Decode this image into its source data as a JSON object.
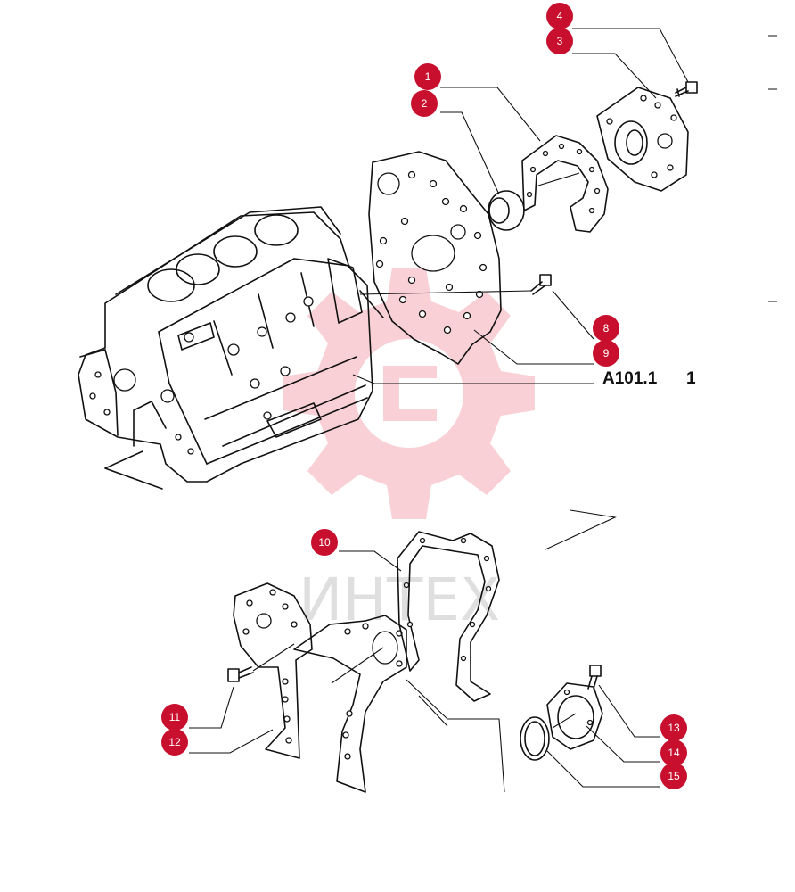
{
  "reference": {
    "code": "A101.1",
    "index": "1"
  },
  "watermark": {
    "text": "ИНТЕХ"
  },
  "callouts": [
    "1",
    "2",
    "3",
    "4",
    "8",
    "9",
    "10",
    "11",
    "12",
    "13",
    "14",
    "15"
  ],
  "colors": {
    "badge": "#c8102e",
    "watermark_gear": "#f2aab2",
    "line": "#111111"
  }
}
